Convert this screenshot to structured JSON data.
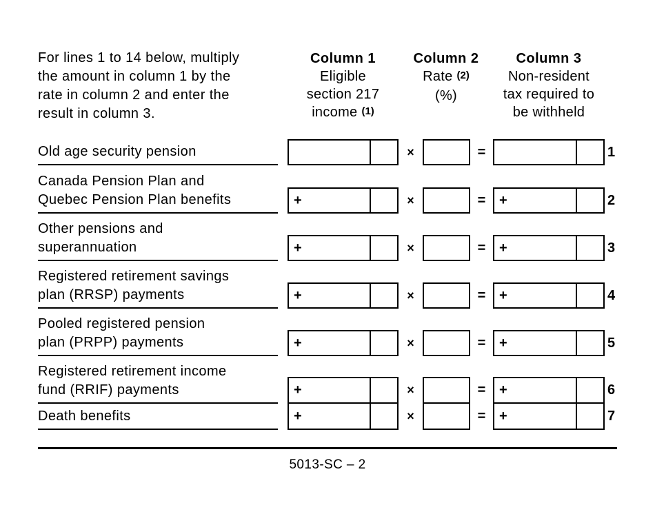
{
  "instructions": {
    "text": "For lines 1 to 14 below, multiply\nthe amount in column 1 by the\nrate in column 2 and enter the\nresult in column 3."
  },
  "column_headers": {
    "col1": {
      "title": "Column 1",
      "line1": "Eligible",
      "line2": "section 217",
      "line3": "income",
      "footnote": "(1)"
    },
    "col2": {
      "title": "Column 2",
      "line1": "Rate",
      "footnote": "(2)",
      "line2": "(%)"
    },
    "col3": {
      "title": "Column 3",
      "line1": "Non-resident",
      "line2": "tax required to",
      "line3": "be withheld"
    }
  },
  "symbols": {
    "multiply": "×",
    "equals": "="
  },
  "rows": [
    {
      "label": "Old age security pension",
      "line_number": "1",
      "col1_prefix": "",
      "col1_value": "",
      "col2_rate": "",
      "col3_prefix": "",
      "col3_value": ""
    },
    {
      "label": "Canada Pension Plan and\nQuebec Pension Plan benefits",
      "line_number": "2",
      "col1_prefix": "+",
      "col1_value": "",
      "col2_rate": "",
      "col3_prefix": "+",
      "col3_value": ""
    },
    {
      "label": "Other pensions and\nsuperannuation",
      "line_number": "3",
      "col1_prefix": "+",
      "col1_value": "",
      "col2_rate": "",
      "col3_prefix": "+",
      "col3_value": ""
    },
    {
      "label": "Registered retirement savings\nplan (RRSP) payments",
      "line_number": "4",
      "col1_prefix": "+",
      "col1_value": "",
      "col2_rate": "",
      "col3_prefix": "+",
      "col3_value": ""
    },
    {
      "label": "Pooled registered pension\nplan (PRPP) payments",
      "line_number": "5",
      "col1_prefix": "+",
      "col1_value": "",
      "col2_rate": "",
      "col3_prefix": "+",
      "col3_value": ""
    },
    {
      "label": "Registered retirement income\nfund (RRIF) payments",
      "line_number": "6",
      "col1_prefix": "+",
      "col1_value": "",
      "col2_rate": "",
      "col3_prefix": "+",
      "col3_value": ""
    },
    {
      "label": "Death benefits",
      "line_number": "7",
      "col1_prefix": "+",
      "col1_value": "",
      "col2_rate": "",
      "col3_prefix": "+",
      "col3_value": ""
    }
  ],
  "footer": {
    "page_code": "5013-SC – 2"
  }
}
